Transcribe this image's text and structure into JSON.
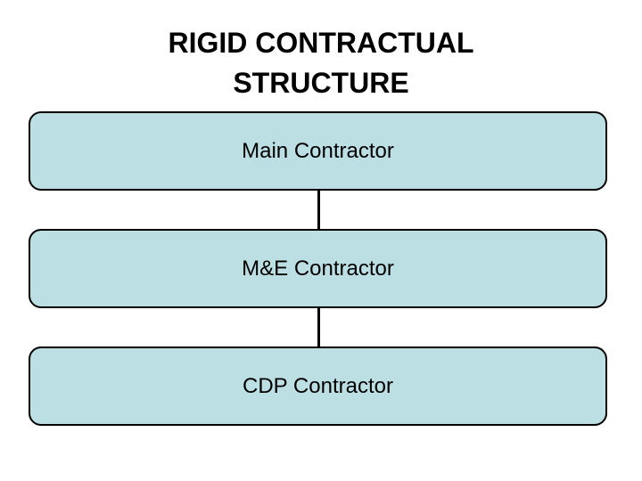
{
  "slide": {
    "title": "RIGID CONTRACTUAL\nSTRUCTURE",
    "title_line_1": "RIGID CONTRACTUAL",
    "title_line_2": "STRUCTURE",
    "background_color": "#ffffff",
    "title_color": "#000000"
  },
  "diagram": {
    "type": "vertical-chain",
    "node_fill_color": "#bcdfe4",
    "node_border_color": "#000000",
    "connector_color": "#000000",
    "nodes": [
      {
        "label": "Main Contractor"
      },
      {
        "label": "M&E Contractor"
      },
      {
        "label": "CDP Contractor"
      }
    ],
    "connectors": [
      {
        "from": "Main Contractor",
        "to": "M&E Contractor"
      },
      {
        "from": "M&E Contractor",
        "to": "CDP Contractor"
      }
    ]
  }
}
